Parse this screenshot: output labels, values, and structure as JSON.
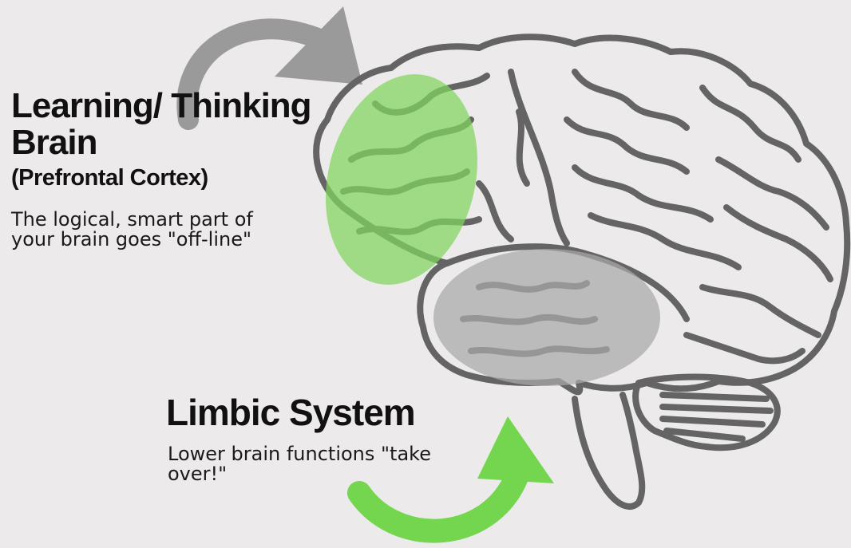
{
  "prefrontal": {
    "title": "Learning/ Thinking Brain",
    "subtitle": "(Prefrontal Cortex)",
    "description": "The logical, smart part of your brain goes \"off-line\"",
    "highlight_color": "#7fd65d"
  },
  "limbic": {
    "title": "Limbic System",
    "description": "Lower brain functions \"take over!\"",
    "highlight_color": "#a9a9a9"
  },
  "colors": {
    "background": "#eceaea",
    "brain_outline": "#646464",
    "top_arrow": "#9a9a9a",
    "bottom_arrow": "#74d64f"
  },
  "icons": [
    "brain-outline-icon",
    "curved-arrow-icon"
  ]
}
